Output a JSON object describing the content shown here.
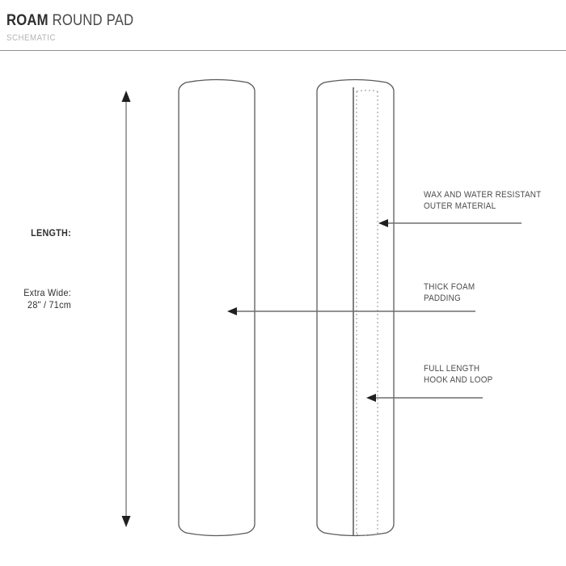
{
  "header": {
    "brand": "ROAM",
    "product": "ROUND PAD",
    "subtitle": "SCHEMATIC"
  },
  "dimensions": {
    "length_label": "LENGTH:",
    "width_label": "Extra Wide:",
    "width_value": "28\" / 71cm"
  },
  "callouts": [
    {
      "line1": "WAX AND WATER RESISTANT",
      "line2": "OUTER MATERIAL"
    },
    {
      "line1": "THICK FOAM",
      "line2": "PADDING"
    },
    {
      "line1": "FULL LENGTH",
      "line2": "HOOK AND LOOP"
    }
  ],
  "colors": {
    "stroke": "#5a5a5a",
    "rule": "#8d9196",
    "arrow": "#6e6e6e",
    "dotted": "#9a9a9a",
    "title": "#2e2e2e",
    "subtitle": "#b4b4b4",
    "callout_text": "#4b4b4b"
  }
}
